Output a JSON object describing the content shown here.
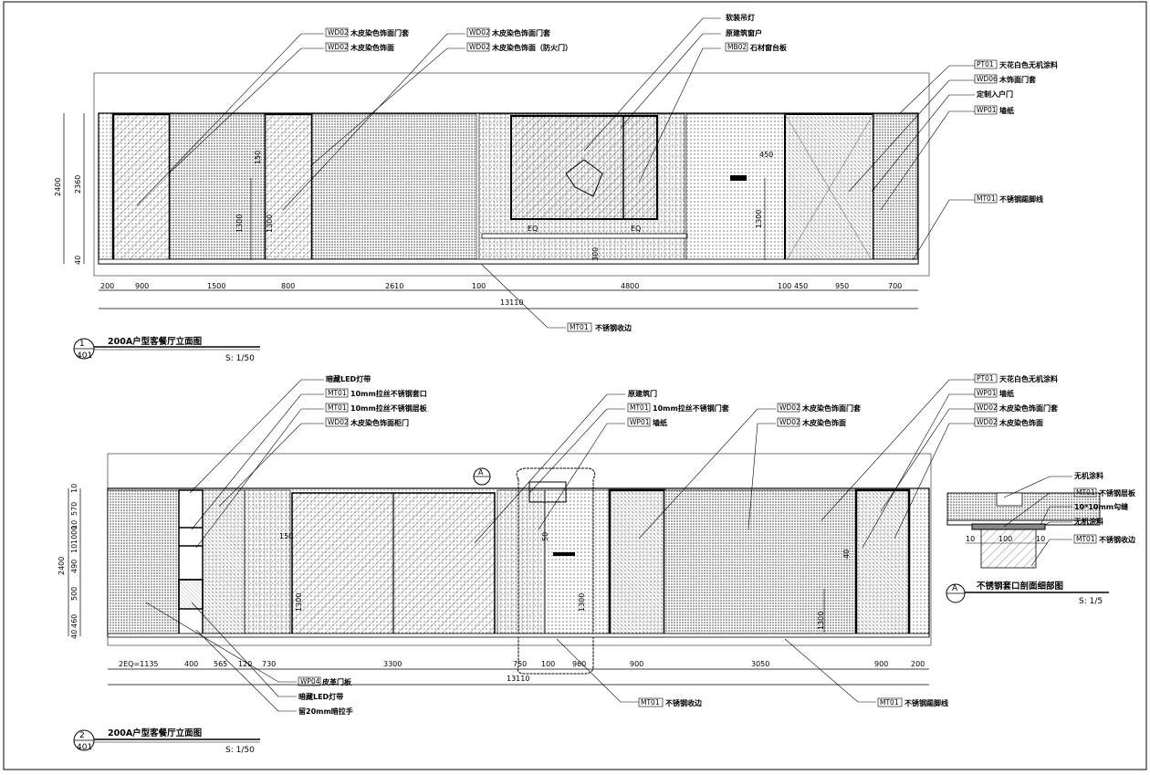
{
  "elevation1": {
    "title": "200A户型客餐厅立面图",
    "scale": "S: 1/50",
    "num": "1",
    "sheet": "401",
    "callouts_left": [
      {
        "tag": "WD02",
        "text": "木皮染色饰面门套"
      },
      {
        "tag": "WD02",
        "text": "木皮染色饰面"
      },
      {
        "tag": "WD02",
        "text": "木皮染色饰面门套"
      },
      {
        "tag": "WD02",
        "text": "木皮染色饰面（防火门）"
      }
    ],
    "callouts_mid": [
      {
        "tag": "",
        "text": "软装吊灯"
      },
      {
        "tag": "",
        "text": "原建筑窗户"
      },
      {
        "tag": "MB02",
        "text": "石材窗台板"
      }
    ],
    "callouts_right": [
      {
        "tag": "PT01",
        "text": "天花白色无机涂料"
      },
      {
        "tag": "WD06",
        "text": "木饰面门套"
      },
      {
        "tag": "",
        "text": "定制入户门"
      },
      {
        "tag": "WP01",
        "text": "墙纸"
      },
      {
        "tag": "MT01",
        "text": "不锈钢踢脚线"
      }
    ],
    "callout_bottom": {
      "tag": "MT01",
      "text": "不锈钢收边"
    },
    "dims_bottom": [
      "200",
      "900",
      "1500",
      "800",
      "2610",
      "100",
      "4800",
      "100",
      "450",
      "950",
      "700"
    ],
    "total": "13110",
    "dims_left": [
      "2400",
      "2360",
      "40"
    ],
    "inner_dims": [
      "150",
      "1300",
      "1300",
      "1300",
      "450",
      "300",
      "EQ",
      "EQ"
    ]
  },
  "elevation2": {
    "title": "200A户型客餐厅立面图",
    "scale": "S: 1/50",
    "num": "2",
    "sheet": "401",
    "callouts_left": [
      {
        "tag": "",
        "text": "暗藏LED灯带"
      },
      {
        "tag": "MT01",
        "text": "10mm拉丝不锈钢套口"
      },
      {
        "tag": "MT01",
        "text": "10mm拉丝不锈钢层板"
      },
      {
        "tag": "WD02",
        "text": "木皮染色饰面柜门"
      }
    ],
    "callouts_mid": [
      {
        "tag": "",
        "text": "原建筑门"
      },
      {
        "tag": "MT01",
        "text": "10mm拉丝不锈钢门套"
      },
      {
        "tag": "WP01",
        "text": "墙纸"
      }
    ],
    "callouts_midright": [
      {
        "tag": "WD02",
        "text": "木皮染色饰面门套"
      },
      {
        "tag": "WD02",
        "text": "木皮染色饰面"
      }
    ],
    "callouts_right": [
      {
        "tag": "PT01",
        "text": "天花白色无机涂料"
      },
      {
        "tag": "WP01",
        "text": "墙纸"
      },
      {
        "tag": "WD02",
        "text": "木皮染色饰面门套"
      },
      {
        "tag": "WD02",
        "text": "木皮染色饰面"
      }
    ],
    "callouts_bottom_left": [
      {
        "tag": "WP04",
        "text": "皮革门板"
      },
      {
        "tag": "",
        "text": "暗藏LED灯带"
      },
      {
        "tag": "",
        "text": "留20mm暗拉手"
      }
    ],
    "callout_bottom_mid": {
      "tag": "MT01",
      "text": "不锈钢收边"
    },
    "callout_bottom_right": {
      "tag": "MT01",
      "text": "不锈钢踢脚线"
    },
    "dims_bottom": [
      "2EQ=1135",
      "400",
      "565",
      "120",
      "730",
      "3300",
      "750",
      "100",
      "960",
      "900",
      "3050",
      "900",
      "200"
    ],
    "total": "13110",
    "dims_left": [
      "10",
      "570",
      "10",
      "1000",
      "10",
      "490",
      "500",
      "460",
      "40",
      "2400"
    ],
    "inner_dims": [
      "150",
      "1300",
      "1300",
      "1300",
      "50",
      "40"
    ],
    "section_mark": "A"
  },
  "detail": {
    "title": "不锈钢套口剖面细部图",
    "scale": "S: 1/5",
    "mark": "A",
    "callouts": [
      {
        "tag": "",
        "text": "无机涂料"
      },
      {
        "tag": "MT01",
        "text": "不锈钢层板"
      },
      {
        "tag": "",
        "text": "10*10mm勾缝"
      },
      {
        "tag": "",
        "text": "无机涂料"
      },
      {
        "tag": "MT01",
        "text": "不锈钢收边"
      }
    ],
    "dims": [
      "10",
      "100",
      "10"
    ]
  }
}
